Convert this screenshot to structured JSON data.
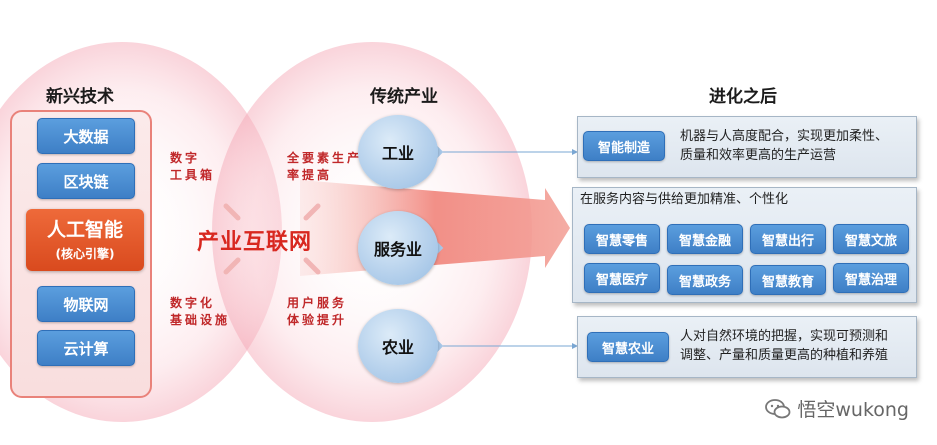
{
  "headers": {
    "emerging": "新兴技术",
    "traditional": "传统产业",
    "evolved": "进化之后"
  },
  "technologies": [
    "大数据",
    "区块链",
    "物联网",
    "云计算"
  ],
  "core": {
    "title": "人工智能",
    "subtitle": "(核心引擎)"
  },
  "left_labels": {
    "top": [
      "数字",
      "工具箱"
    ],
    "bottom": [
      "数字化",
      "基础设施"
    ]
  },
  "right_labels": {
    "top": [
      "全要素生产效",
      "率提高"
    ],
    "bottom": [
      "用户服务",
      "体验提升"
    ]
  },
  "center_title": "产业互联网",
  "industries": [
    "工业",
    "服务业",
    "农业"
  ],
  "outcomes": {
    "industry": {
      "button": "智能制造",
      "desc": [
        "机器与人高度配合，实现更加柔性、",
        "质量和效率更高的生产运营"
      ]
    },
    "service": {
      "desc": "在服务内容与供给更加精准、个性化",
      "buttons": [
        "智慧零售",
        "智慧金融",
        "智慧出行",
        "智慧文旅",
        "智慧医疗",
        "智慧政务",
        "智慧教育",
        "智慧治理"
      ]
    },
    "agriculture": {
      "button": "智慧农业",
      "desc": [
        "人对自然环境的把握，实现可预测和",
        "调整、产量和质量更高的种植和养殖"
      ]
    }
  },
  "watermark": "悟空wukong",
  "colors": {
    "accent_red": "#d8271f",
    "blue": "#3e7fc6",
    "core_orange": "#e0552a"
  }
}
